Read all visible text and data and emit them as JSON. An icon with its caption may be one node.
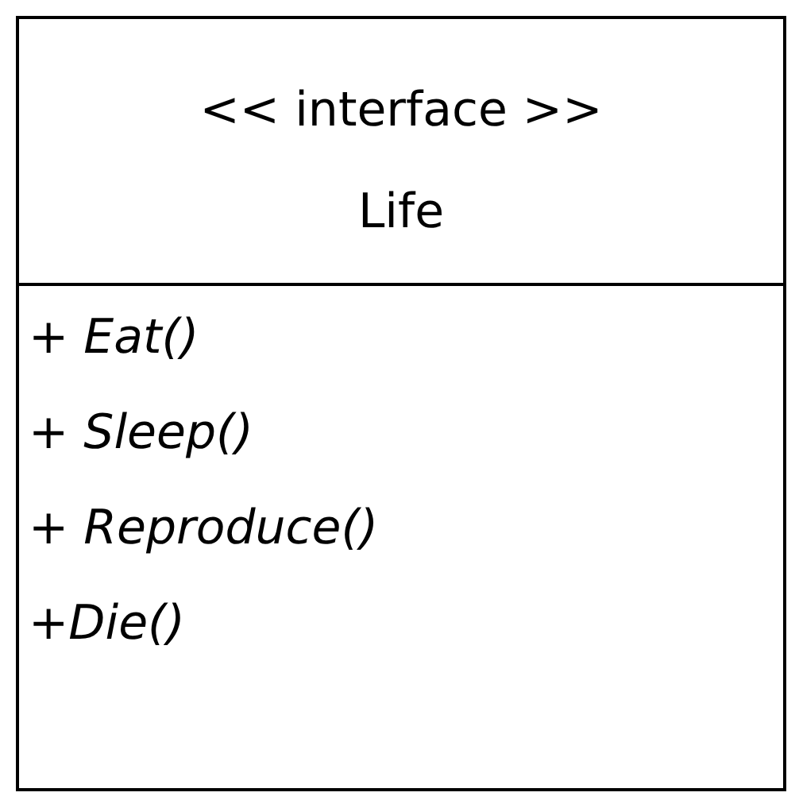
{
  "diagram": {
    "nodes": [
      {
        "text": [
          "<< interface >>",
          "Life",
          "+ Eat()",
          "+ Sleep()",
          "+ Reproduce()",
          "+Die()"
        ]
      }
    ]
  }
}
